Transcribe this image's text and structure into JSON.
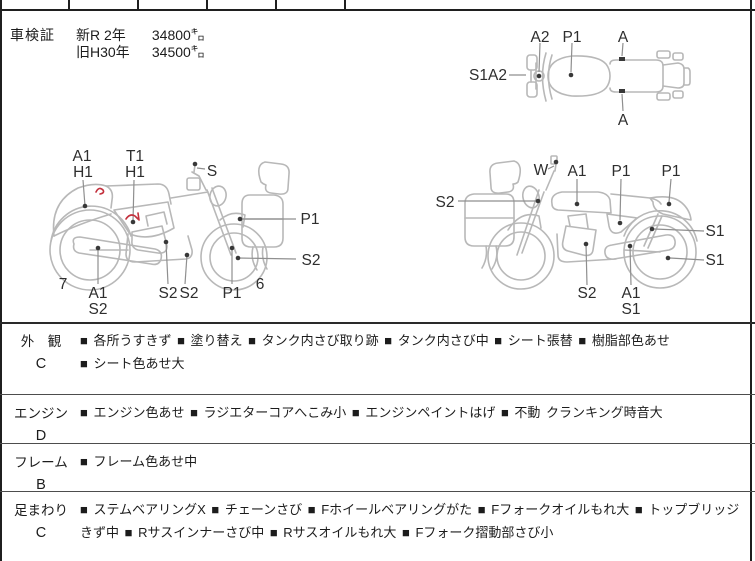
{
  "colors": {
    "border": "#1f1f1f",
    "diagram_line": "#b8b8b8",
    "leader_line": "#8f8f8f",
    "marker_dot": "#383838",
    "red_mark": "#c3303c",
    "text": "#1c1c1c"
  },
  "shaken": {
    "title": "車検証",
    "rows": [
      {
        "label": "新R 2年",
        "value": "34800㌔"
      },
      {
        "label": "旧H30年",
        "value": "34500㌔"
      }
    ]
  },
  "top_view": {
    "labels": {
      "a2": "A2",
      "p1": "P1",
      "a_top": "A",
      "s1a2": "S1A2",
      "a_bottom": "A"
    }
  },
  "left_view": {
    "labels": {
      "a1_rear": "A1",
      "h1_rear": "H1",
      "t1_tank": "T1",
      "h1_tank": "H1",
      "s_mirror": "S",
      "p1_fender": "P1",
      "s2_fwheel": "S2",
      "num_rear": "7",
      "a1_muffler": "A1",
      "s2_muffler": "S2",
      "s2_engine": "S2",
      "s2_frame": "S2",
      "p1_fork": "P1",
      "num_front": "6"
    }
  },
  "right_view": {
    "labels": {
      "w_mirror": "W",
      "a1_tank": "A1",
      "p1_mid": "P1",
      "p1_tail": "P1",
      "s2_head": "S2",
      "s1_shock": "S1",
      "s1_rwheel": "S1",
      "s2_engine": "S2",
      "a1_exhaust": "A1",
      "s1_exhaust": "S1"
    }
  },
  "conditions": {
    "rows": [
      {
        "name": "外　観",
        "grade": "C",
        "lines": [
          "■ 各所うすきず ■ 塗り替え ■ タンク内さび取り跡 ■ タンク内さび中 ■ シート張替 ■ 樹脂部色あせ",
          "■ シート色あせ大"
        ]
      },
      {
        "name": "エンジン",
        "grade": "D",
        "lines": [
          "■ エンジン色あせ ■ ラジエターコアへこみ小 ■ エンジンペイントはげ ■ 不動 クランキング時音大"
        ]
      },
      {
        "name": "フレーム",
        "grade": "B",
        "lines": [
          "■ フレーム色あせ中"
        ]
      },
      {
        "name": "足まわり",
        "grade": "C",
        "lines": [
          "■ ステムベアリングX ■ チェーンさび ■ Fホイールベアリングがた ■ Fフォークオイルもれ大 ■ トップブリッジ",
          "きず中 ■ Rサスインナーさび中 ■ Rサスオイルもれ大 ■ Fフォーク摺動部さび小"
        ]
      }
    ]
  }
}
